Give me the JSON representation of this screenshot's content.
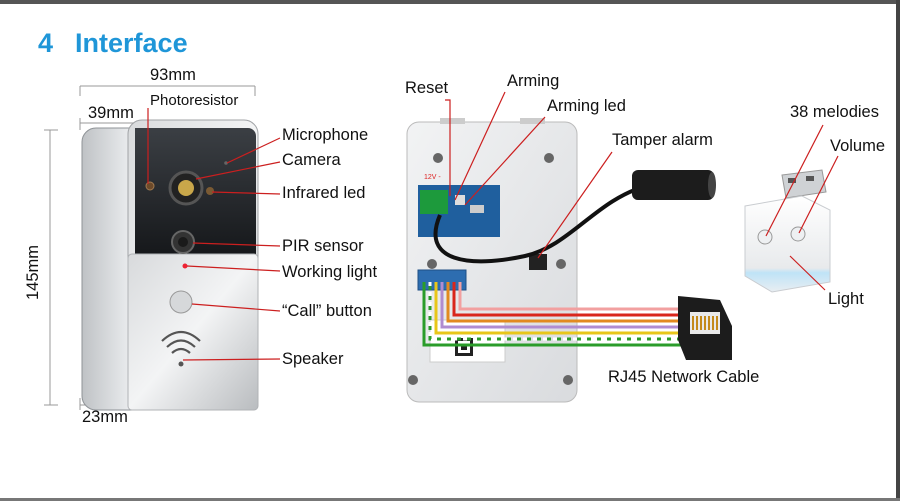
{
  "section": {
    "number": "4",
    "title": "Interface"
  },
  "dimensions": {
    "width": "93mm",
    "depth": "39mm",
    "height": "145mm",
    "thickness": "23mm"
  },
  "front_labels": {
    "photoresistor": "Photoresistor",
    "microphone": "Microphone",
    "camera": "Camera",
    "infrared_led": "Infrared led",
    "pir_sensor": "PIR sensor",
    "working_light": "Working light",
    "call_button": "“Call” button",
    "speaker": "Speaker"
  },
  "back_labels": {
    "reset": "Reset",
    "arming": "Arming",
    "arming_led": "Arming led",
    "tamper_alarm": "Tamper alarm",
    "rj45": "RJ45 Network Cable",
    "voltage": "12V  -"
  },
  "chime_labels": {
    "melodies": "38 melodies",
    "volume": "Volume",
    "light": "Light"
  },
  "colors": {
    "title": "#1f96d8",
    "leader": "#cc1f1f"
  }
}
